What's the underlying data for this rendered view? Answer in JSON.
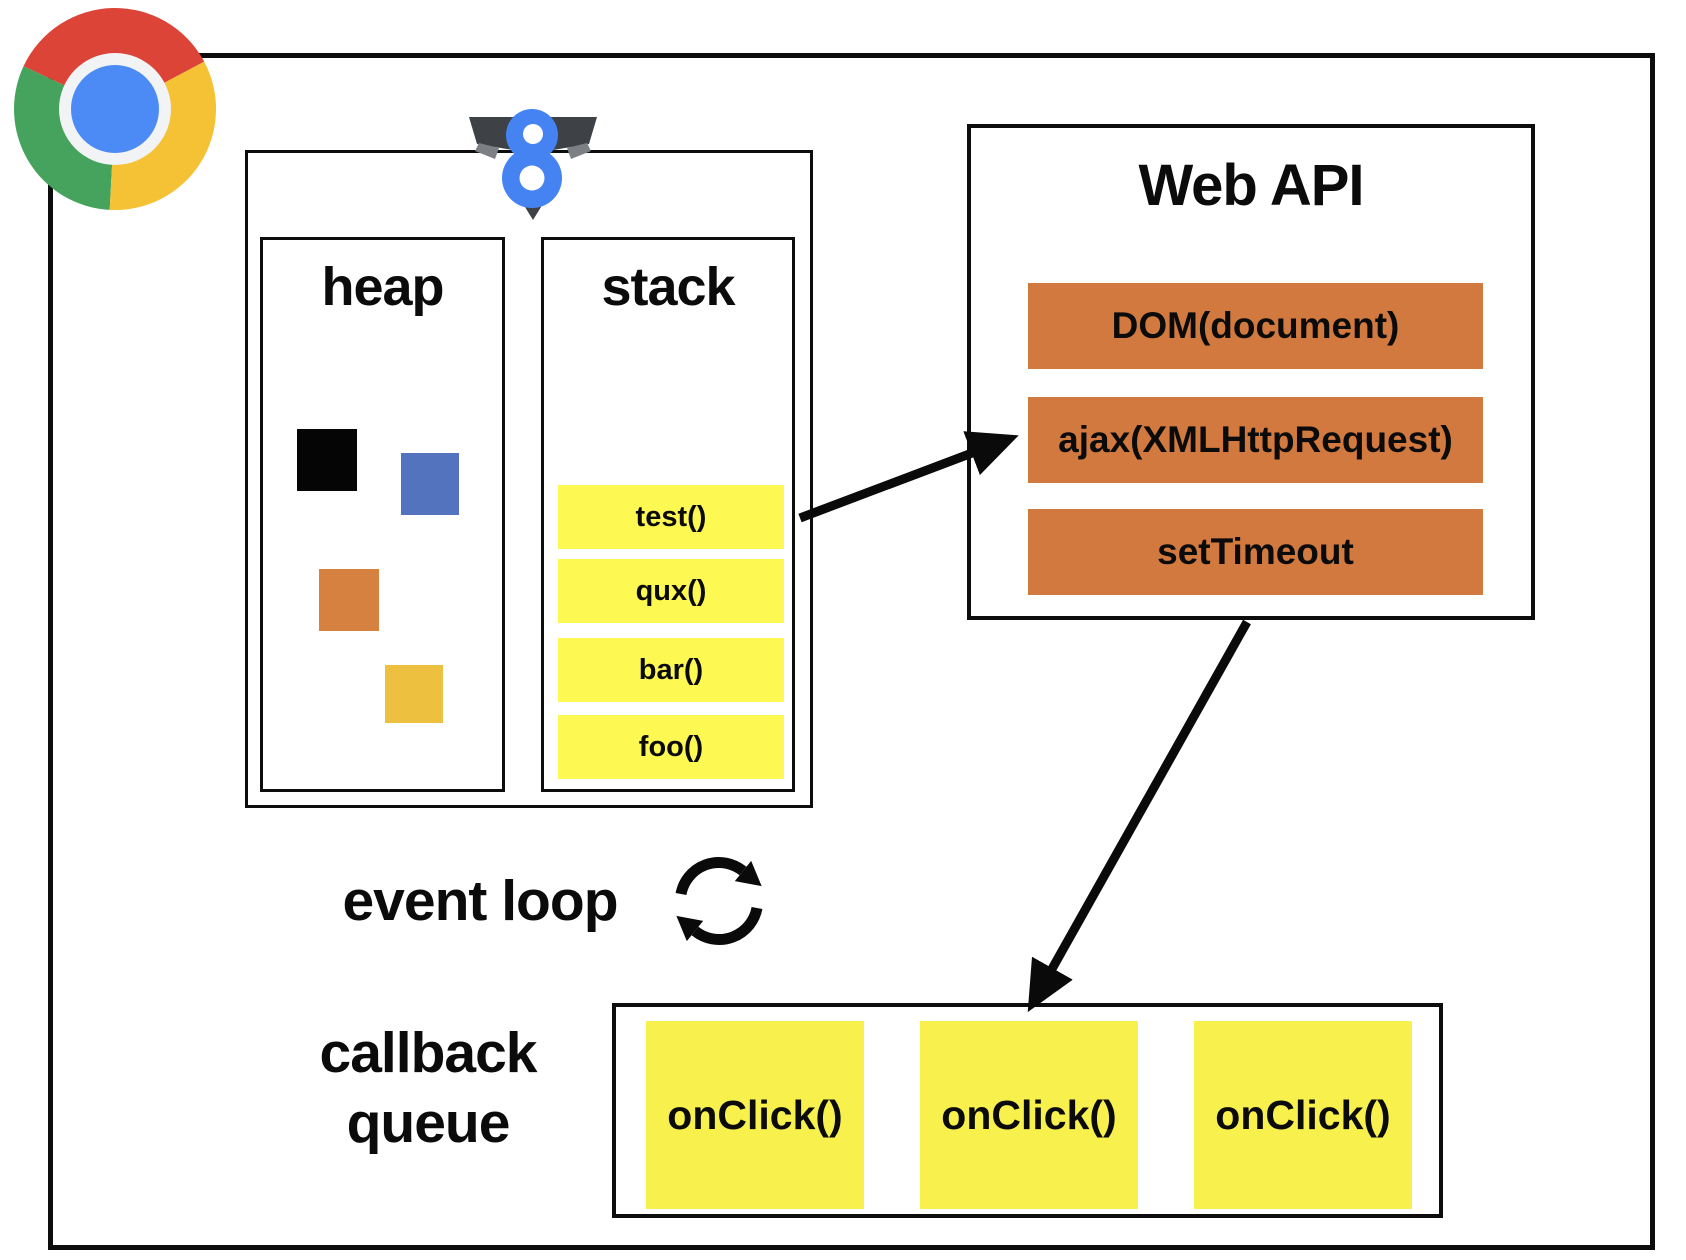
{
  "diagram": {
    "browser_icon": "chrome-logo",
    "runtime": {
      "engine_icon": "v8-logo",
      "heap": {
        "label": "heap",
        "blocks": [
          {
            "name": "black-block",
            "color": "#050505"
          },
          {
            "name": "blue-block",
            "color": "#5373BE"
          },
          {
            "name": "orange-block",
            "color": "#D6813F"
          },
          {
            "name": "yellow-block",
            "color": "#EDC03F"
          }
        ]
      },
      "stack": {
        "label": "stack",
        "frames": [
          "test()",
          "qux()",
          "bar()",
          "foo()"
        ]
      }
    },
    "web_api": {
      "title": "Web API",
      "items": [
        "DOM(document)",
        "ajax(XMLHttpRequest)",
        "setTimeout"
      ]
    },
    "event_loop": {
      "label": "event loop",
      "icon": "cycle-arrows-icon"
    },
    "callback_queue": {
      "label_line1": "callback",
      "label_line2": "queue",
      "items": [
        "onClick()",
        "onClick()",
        "onClick()"
      ]
    },
    "colors": {
      "stack_frame_yellow": "#FDF852",
      "queue_item_yellow": "#F8F04C",
      "api_bar_orange": "#D1793F",
      "border_black": "#0d0d0d"
    }
  }
}
